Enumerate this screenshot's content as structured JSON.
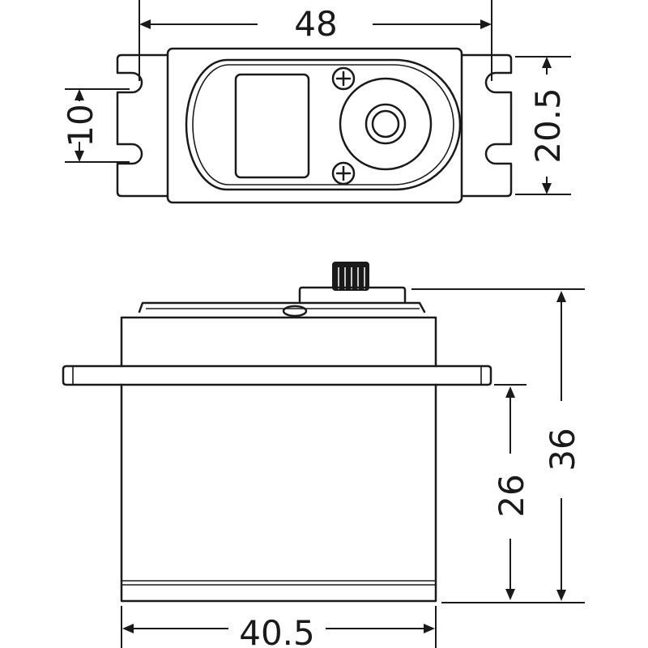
{
  "dimensions": {
    "top_width": "48",
    "hole_spacing": "10",
    "top_height": "20.5",
    "body_height": "26",
    "total_height": "36",
    "body_width": "40.5"
  }
}
